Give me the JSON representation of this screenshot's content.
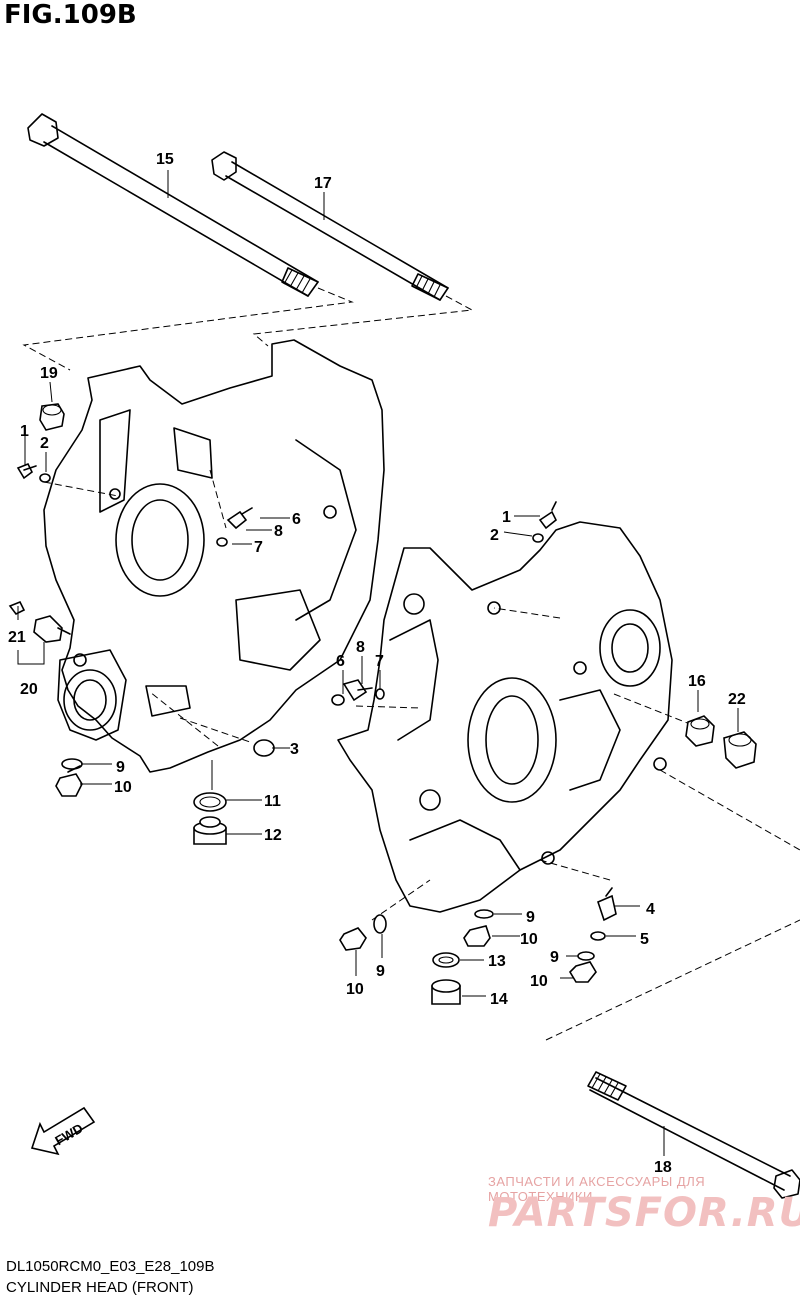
{
  "figure": {
    "title": "FIG.109B"
  },
  "callouts": {
    "c1a": "1",
    "c2a": "2",
    "c19": "19",
    "c15": "15",
    "c17": "17",
    "c6a": "6",
    "c8a": "8",
    "c7a": "7",
    "c21": "21",
    "c20": "20",
    "c9a": "9",
    "c10a": "10",
    "c3": "3",
    "c11": "11",
    "c12": "12",
    "c1b": "1",
    "c2b": "2",
    "c8b": "8",
    "c6b": "6",
    "c7b": "7",
    "c16": "16",
    "c22": "22",
    "c4": "4",
    "c5": "5",
    "c9b": "9",
    "c10b": "10",
    "c9c": "9",
    "c10c": "10",
    "c13": "13",
    "c14": "14",
    "c10d": "10",
    "c9d": "9",
    "c18": "18"
  },
  "fwd_arrow": {
    "label": "FWD"
  },
  "footer": {
    "code": "DL1050RCM0_E03_E28_109B",
    "caption": "CYLINDER HEAD (FRONT)"
  },
  "watermark": {
    "tagline": "ЗАПЧАСТИ И АКСЕССУАРЫ ДЛЯ МОТОТЕХНИКИ",
    "brand": "PARTSFOR.RU"
  }
}
